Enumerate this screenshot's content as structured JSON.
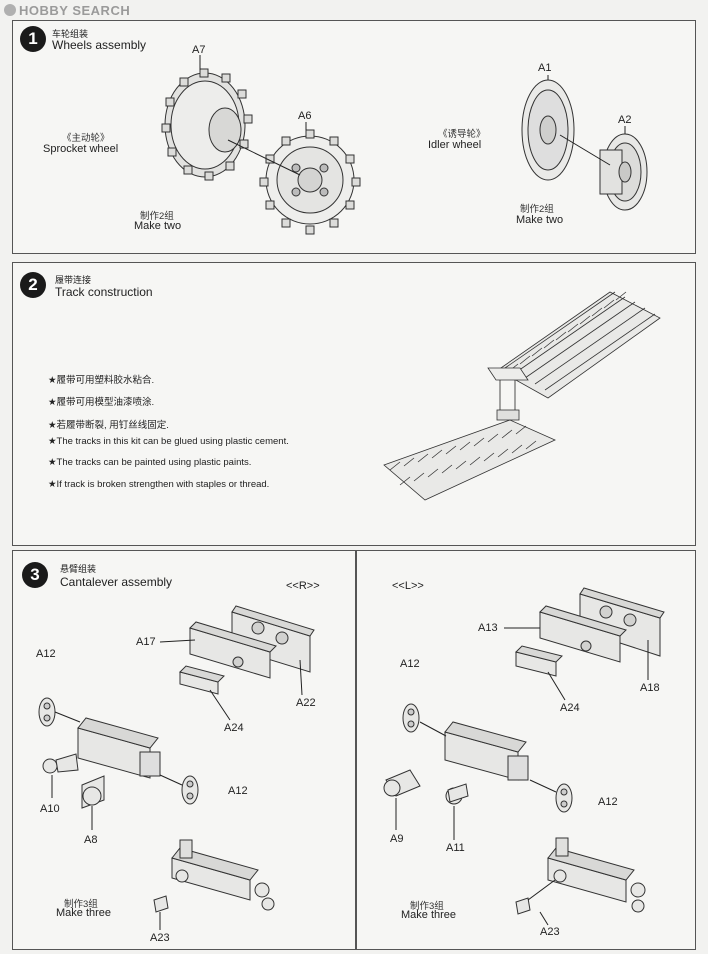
{
  "watermark": "HOBBY SEARCH",
  "step1": {
    "number": "1",
    "title_cn": "车轮组装",
    "title_en": "Wheels assembly",
    "sprocket_cn": "《主动轮》",
    "sprocket_en": "Sprocket wheel",
    "idler_cn": "《诱导轮》",
    "idler_en": "Idler wheel",
    "make_left_cn": "制作2组",
    "make_left_en": "Make two",
    "make_right_cn": "制作2组",
    "make_right_en": "Make two",
    "parts": {
      "a7": "A7",
      "a6": "A6",
      "a1": "A1",
      "a2": "A2"
    }
  },
  "step2": {
    "number": "2",
    "title_cn": "履带连接",
    "title_en": "Track construction",
    "notes": [
      "★履带可用塑料胶水粘合.",
      "★履带可用模型油漆喷涂.",
      "★若履带断裂, 用钉丝线固定.",
      "★The tracks in this kit can be glued using plastic cement.",
      "★The tracks can be painted using plastic paints.",
      "★If track is broken strengthen with staples or thread."
    ]
  },
  "step3": {
    "number": "3",
    "title_cn": "悬臂组装",
    "title_en": "Cantalever assembly",
    "right_side": "<<R>>",
    "left_side": "<<L>>",
    "make_cn": "制作3组",
    "make_en": "Make three",
    "make2_cn": "制作3组",
    "make2_en": "Make three",
    "parts_left": {
      "a17": "A17",
      "a22": "A22",
      "a24": "A24",
      "a12a": "A12",
      "a12b": "A12",
      "a10": "A10",
      "a8": "A8",
      "a23": "A23"
    },
    "parts_right": {
      "a13": "A13",
      "a18": "A18",
      "a24": "A24",
      "a12a": "A12",
      "a12b": "A12",
      "a9": "A9",
      "a11": "A11",
      "a23": "A23"
    }
  }
}
